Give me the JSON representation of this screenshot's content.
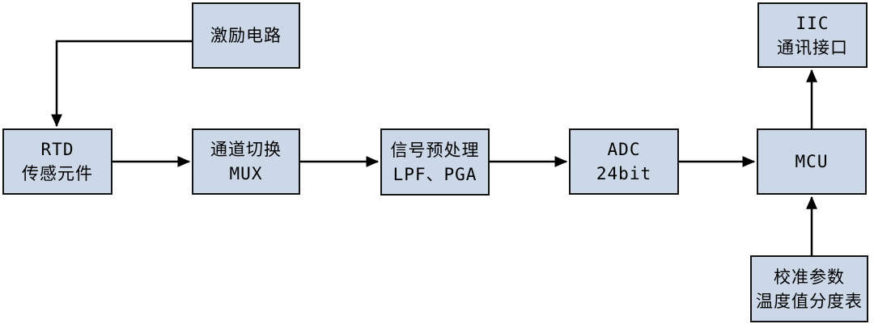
{
  "diagram": {
    "description": "RTD temperature measurement system block diagram",
    "colors": {
      "node_fill": "#ccd8e8",
      "node_border": "#141414",
      "arrow": "#000000",
      "background": "#ffffff",
      "text": "#000000"
    },
    "nodes": {
      "excitation": {
        "line1": "激励电路",
        "line2": ""
      },
      "rtd": {
        "line1": "RTD",
        "line2": "传感元件"
      },
      "mux": {
        "line1": "通道切换",
        "line2": "MUX"
      },
      "preproc": {
        "line1": "信号预处理",
        "line2": "LPF、PGA"
      },
      "adc": {
        "line1": "ADC",
        "line2": "24bit"
      },
      "mcu": {
        "line1": "MCU",
        "line2": ""
      },
      "iic": {
        "line1": "IIC",
        "line2": "通讯接口"
      },
      "calib": {
        "line1": "校准参数",
        "line2": "温度值分度表"
      }
    },
    "edges": [
      {
        "from": "excitation",
        "to": "rtd",
        "style": "elbow-left-then-down"
      },
      {
        "from": "rtd",
        "to": "mux",
        "style": "straight-right"
      },
      {
        "from": "mux",
        "to": "preproc",
        "style": "straight-right"
      },
      {
        "from": "preproc",
        "to": "adc",
        "style": "straight-right"
      },
      {
        "from": "adc",
        "to": "mcu",
        "style": "straight-right"
      },
      {
        "from": "mcu",
        "to": "iic",
        "style": "straight-up"
      },
      {
        "from": "calib",
        "to": "mcu",
        "style": "straight-up"
      }
    ]
  }
}
